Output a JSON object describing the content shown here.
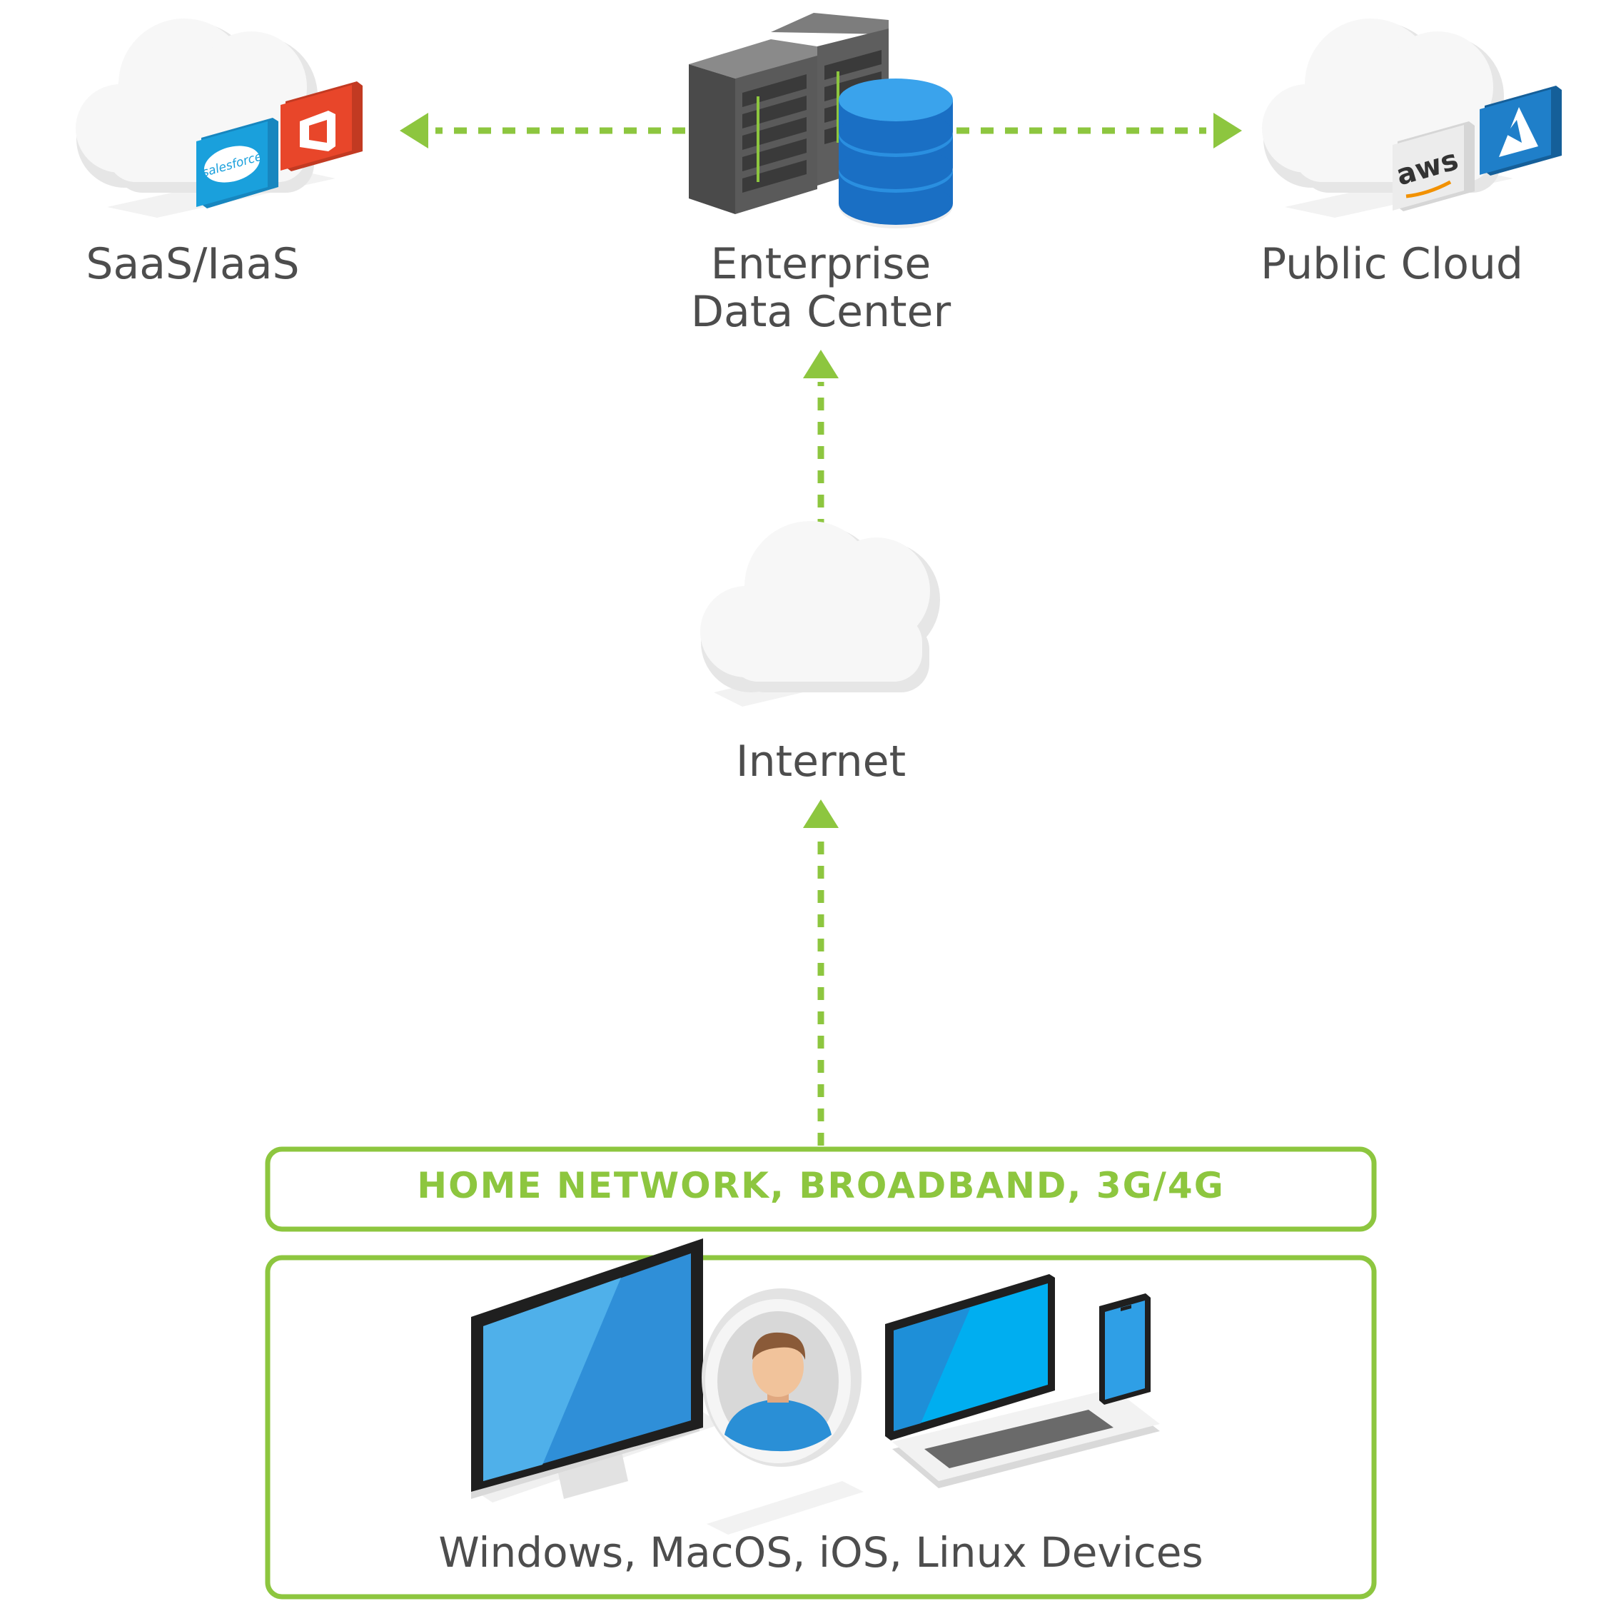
{
  "colors": {
    "accent": "#8dc63f",
    "label_text": "#4d4d4d",
    "cloud_fill": "#f3f3f3",
    "screen_blue": "#2f8fd8",
    "salesforce_blue": "#1aa0dc",
    "office_red": "#e8462a",
    "azure_blue": "#1f7fc9",
    "aws_orange": "#f29100"
  },
  "nodes": {
    "saas": {
      "label": "SaaS/IaaS",
      "logos": [
        "salesforce",
        "office"
      ]
    },
    "datacenter": {
      "label_line1": "Enterprise",
      "label_line2": "Data Center",
      "icons": [
        "server-rack-icon",
        "database-icon"
      ]
    },
    "public_cloud": {
      "label": "Public Cloud",
      "logos": [
        "aws",
        "azure"
      ]
    },
    "internet": {
      "label": "Internet"
    }
  },
  "logos": {
    "salesforce_text": "salesforce",
    "aws_text": "aws"
  },
  "network_banner": {
    "label": "HOME NETWORK, BROADBAND, 3G/4G"
  },
  "devices": {
    "label": "Windows, MacOS, iOS, Linux Devices",
    "icons": [
      "desktop-monitor-icon",
      "user-avatar-icon",
      "laptop-icon",
      "phone-icon"
    ]
  }
}
